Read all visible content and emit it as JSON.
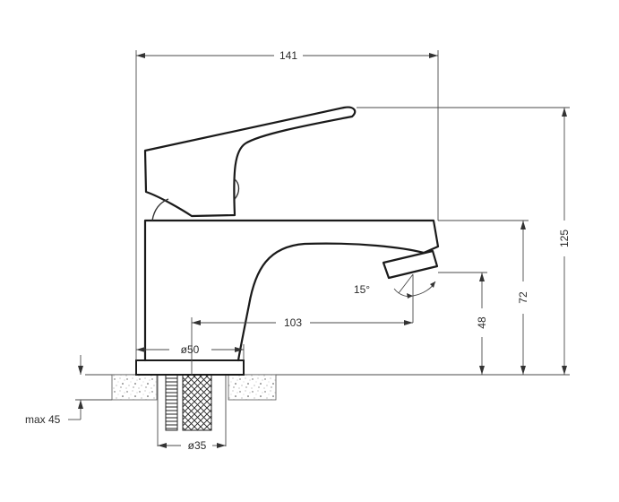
{
  "dimensions": {
    "overall_width": "141",
    "overall_height": "125",
    "spout_height": "72",
    "outlet_height": "48",
    "spout_reach": "103",
    "base_diameter": "ø50",
    "hole_diameter": "ø35",
    "max_thickness": "max 45",
    "spout_angle": "15°"
  },
  "colors": {
    "line": "#1a1a1a",
    "dimension": "#4a4a4a",
    "concrete": "#ffffff"
  }
}
